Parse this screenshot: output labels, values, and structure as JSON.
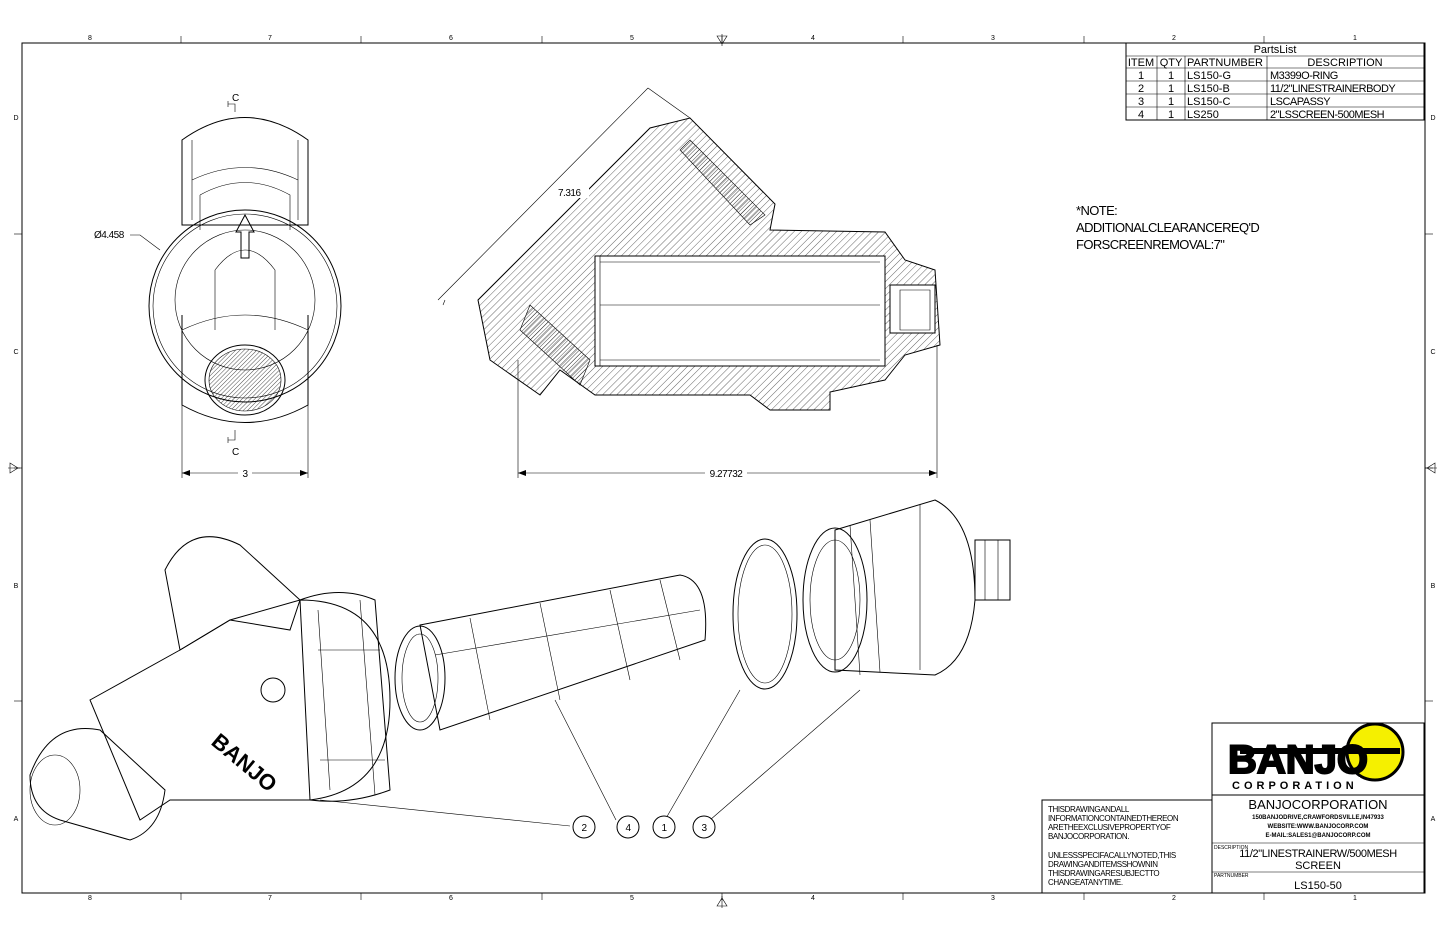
{
  "zones": {
    "columns": [
      "8",
      "7",
      "6",
      "5",
      "4",
      "3",
      "2",
      "1"
    ],
    "rows": [
      "D",
      "C",
      "B",
      "A"
    ]
  },
  "parts_list": {
    "title": "PartsList",
    "headers": [
      "ITEM",
      "QTY",
      "PARTNUMBER",
      "DESCRIPTION"
    ],
    "rows": [
      [
        "1",
        "1",
        "LS150-G",
        "M3399O-RING"
      ],
      [
        "2",
        "1",
        "LS150-B",
        "11/2\"LINESTRAINERBODY"
      ],
      [
        "3",
        "1",
        "LS150-C",
        "LSCAPASSY"
      ],
      [
        "4",
        "1",
        "LS250",
        "2\"LSSCREEN-500MESH"
      ]
    ]
  },
  "note": {
    "line1": "*NOTE:",
    "line2": "ADDITIONALCLEARANCEREQ'D",
    "line3": "FORSCREENREMOVAL:7\""
  },
  "front_view": {
    "section_label_top": "C",
    "section_label_bottom": "C",
    "diameter_dim": "Ø4.458",
    "width_dim": "3"
  },
  "section_view": {
    "length_dim": "9.27732",
    "diagonal_dim": "7.316"
  },
  "balloons": [
    "2",
    "4",
    "1",
    "3"
  ],
  "title_block": {
    "logo_text": "BANJO",
    "logo_sub": "CORPORATION",
    "company": "BANJOCORPORATION",
    "address": "150BANJODRIVE,CRAWFORDSVILLE,IN47933",
    "website": "WEBSITE:WWW.BANJOCORP.COM",
    "email": "E-MAIL:SALES1@BANJOCORP.COM",
    "disclaimer": [
      "THISDRAWINGANDALL",
      "INFORMATIONCONTAINEDTHEREON",
      "ARETHEEXCLUSIVEPROPERTYOF",
      "BANJOCORPORATION."
    ],
    "disclaimer2": [
      "UNLESSSPECIFACALLYNOTED,THIS",
      "DRAWINGANDITEMSSHOWNIN",
      "THISDRAWINGARESUBJECTTO",
      "CHANGEATANYTIME."
    ],
    "description_label": "DESCRIPTION",
    "description_line1": "11/2\"LINESTRAINERW/500MESH",
    "description_line2": "SCREEN",
    "part_number_label": "PARTNUMBER",
    "part_number": "LS150-50"
  },
  "colors": {
    "logo_yellow": "#f5f000",
    "ink": "#000000"
  }
}
